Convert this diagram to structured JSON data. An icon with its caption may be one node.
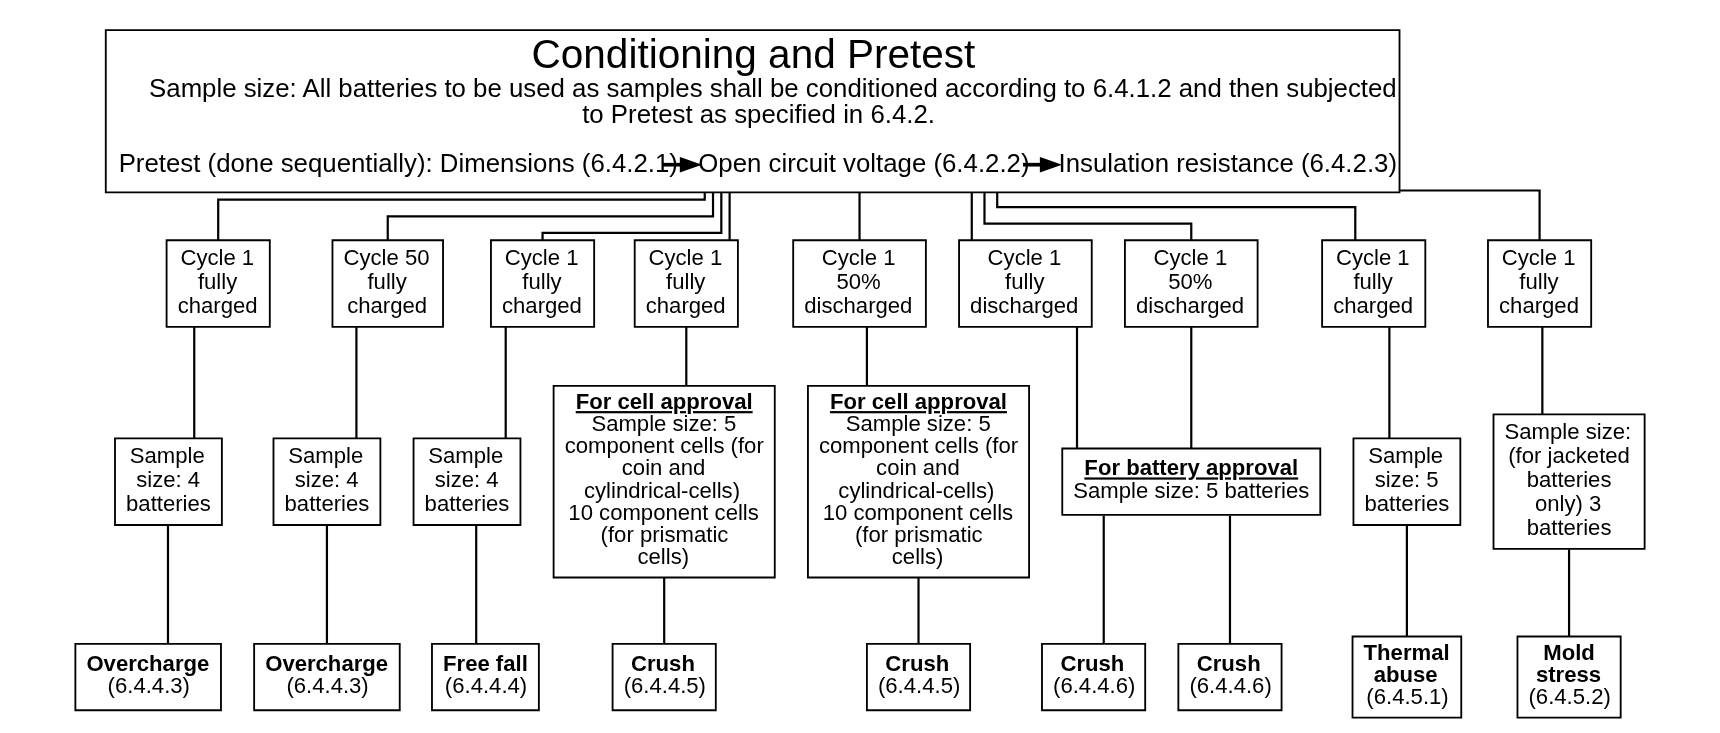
{
  "diagram": {
    "nodes": [
      {
        "text": [
          "Conditioning and Pretest",
          "Sample size: All batteries to be used as samples shall be conditioned according to 6.4.1.2 and then subjected to Pretest as specified in 6.4.2."
        ]
      },
      {
        "text": [
          "Pretest (done sequentially): Dimensions (6.4.2.1)"
        ],
        "in": 0
      },
      {
        "text": [
          "Open circuit voltage (6.4.2.2)"
        ],
        "in": 0
      },
      {
        "text": [
          "Insulation resistance (6.4.2.3)"
        ],
        "in": 0
      },
      {
        "text": [
          "Cycle 1 fully charged"
        ]
      },
      {
        "text": [
          "Sample size: 4 batteries"
        ]
      },
      {
        "text": [
          "Overcharge",
          "(6.4.4.3)"
        ]
      },
      {
        "text": [
          "Cycle 50 fully charged"
        ]
      },
      {
        "text": [
          "Sample size: 4 batteries"
        ]
      },
      {
        "text": [
          "Overcharge",
          "(6.4.4.3)"
        ]
      },
      {
        "text": [
          "Cycle 1 fully charged"
        ]
      },
      {
        "text": [
          "Sample size: 4 batteries"
        ]
      },
      {
        "text": [
          "Free fall",
          "(6.4.4.4)"
        ]
      },
      {
        "text": [
          "Cycle 1 fully charged"
        ]
      },
      {
        "text": [
          "For cell approval",
          "Sample size: 5 component cells (for coin and cylindrical-cells) 10 component cells (for prismatic cells)"
        ]
      },
      {
        "text": [
          "Crush",
          "(6.4.4.5)"
        ]
      },
      {
        "text": [
          "Cycle 1 50% discharged"
        ]
      },
      {
        "text": [
          "For cell approval",
          "Sample size: 5 component cells (for coin and cylindrical-cells) 10 component cells (for prismatic cells)"
        ]
      },
      {
        "text": [
          "Crush",
          "(6.4.4.5)"
        ]
      },
      {
        "text": [
          "Cycle 1 fully discharged"
        ]
      },
      {
        "text": [
          "Cycle 1 50% discharged"
        ]
      },
      {
        "text": [
          "For battery approval",
          "Sample size: 5 batteries"
        ]
      },
      {
        "text": [
          "Crush",
          "(6.4.4.6)"
        ]
      },
      {
        "text": [
          "Crush",
          "(6.4.4.6)"
        ]
      },
      {
        "text": [
          "Cycle 1 fully charged"
        ]
      },
      {
        "text": [
          "Sample size: 5 batteries"
        ]
      },
      {
        "text": [
          "Thermal abuse",
          "(6.4.5.1)"
        ]
      },
      {
        "text": [
          "Cycle 1 fully charged"
        ]
      },
      {
        "text": [
          "Sample size: (for jacketed batteries only) 3 batteries"
        ]
      },
      {
        "text": [
          "Mold stress",
          "(6.4.5.2)"
        ]
      }
    ],
    "edges": [
      {
        "from": 1,
        "to": 2,
        "arrow": "to"
      },
      {
        "from": 2,
        "to": 3,
        "arrow": "to"
      },
      {
        "from": 0,
        "to": 4,
        "arrow": "none"
      },
      {
        "from": 0,
        "to": 7,
        "arrow": "none"
      },
      {
        "from": 0,
        "to": 10,
        "arrow": "none"
      },
      {
        "from": 0,
        "to": 13,
        "arrow": "none"
      },
      {
        "from": 0,
        "to": 16,
        "arrow": "none"
      },
      {
        "from": 0,
        "to": 19,
        "arrow": "none"
      },
      {
        "from": 0,
        "to": 20,
        "arrow": "none"
      },
      {
        "from": 0,
        "to": 24,
        "arrow": "none"
      },
      {
        "from": 0,
        "to": 27,
        "arrow": "none"
      },
      {
        "from": 4,
        "to": 5,
        "arrow": "none"
      },
      {
        "from": 5,
        "to": 6,
        "arrow": "none"
      },
      {
        "from": 7,
        "to": 8,
        "arrow": "none"
      },
      {
        "from": 8,
        "to": 9,
        "arrow": "none"
      },
      {
        "from": 10,
        "to": 11,
        "arrow": "none"
      },
      {
        "from": 11,
        "to": 12,
        "arrow": "none"
      },
      {
        "from": 13,
        "to": 14,
        "arrow": "none"
      },
      {
        "from": 14,
        "to": 15,
        "arrow": "none"
      },
      {
        "from": 16,
        "to": 17,
        "arrow": "none"
      },
      {
        "from": 17,
        "to": 18,
        "arrow": "none"
      },
      {
        "from": 19,
        "to": 21,
        "arrow": "none"
      },
      {
        "from": 20,
        "to": 21,
        "arrow": "none"
      },
      {
        "from": 21,
        "to": 22,
        "arrow": "none"
      },
      {
        "from": 21,
        "to": 23,
        "arrow": "none"
      },
      {
        "from": 24,
        "to": 25,
        "arrow": "none"
      },
      {
        "from": 25,
        "to": 26,
        "arrow": "none"
      },
      {
        "from": 27,
        "to": 28,
        "arrow": "none"
      },
      {
        "from": 28,
        "to": 29,
        "arrow": "none"
      }
    ]
  }
}
